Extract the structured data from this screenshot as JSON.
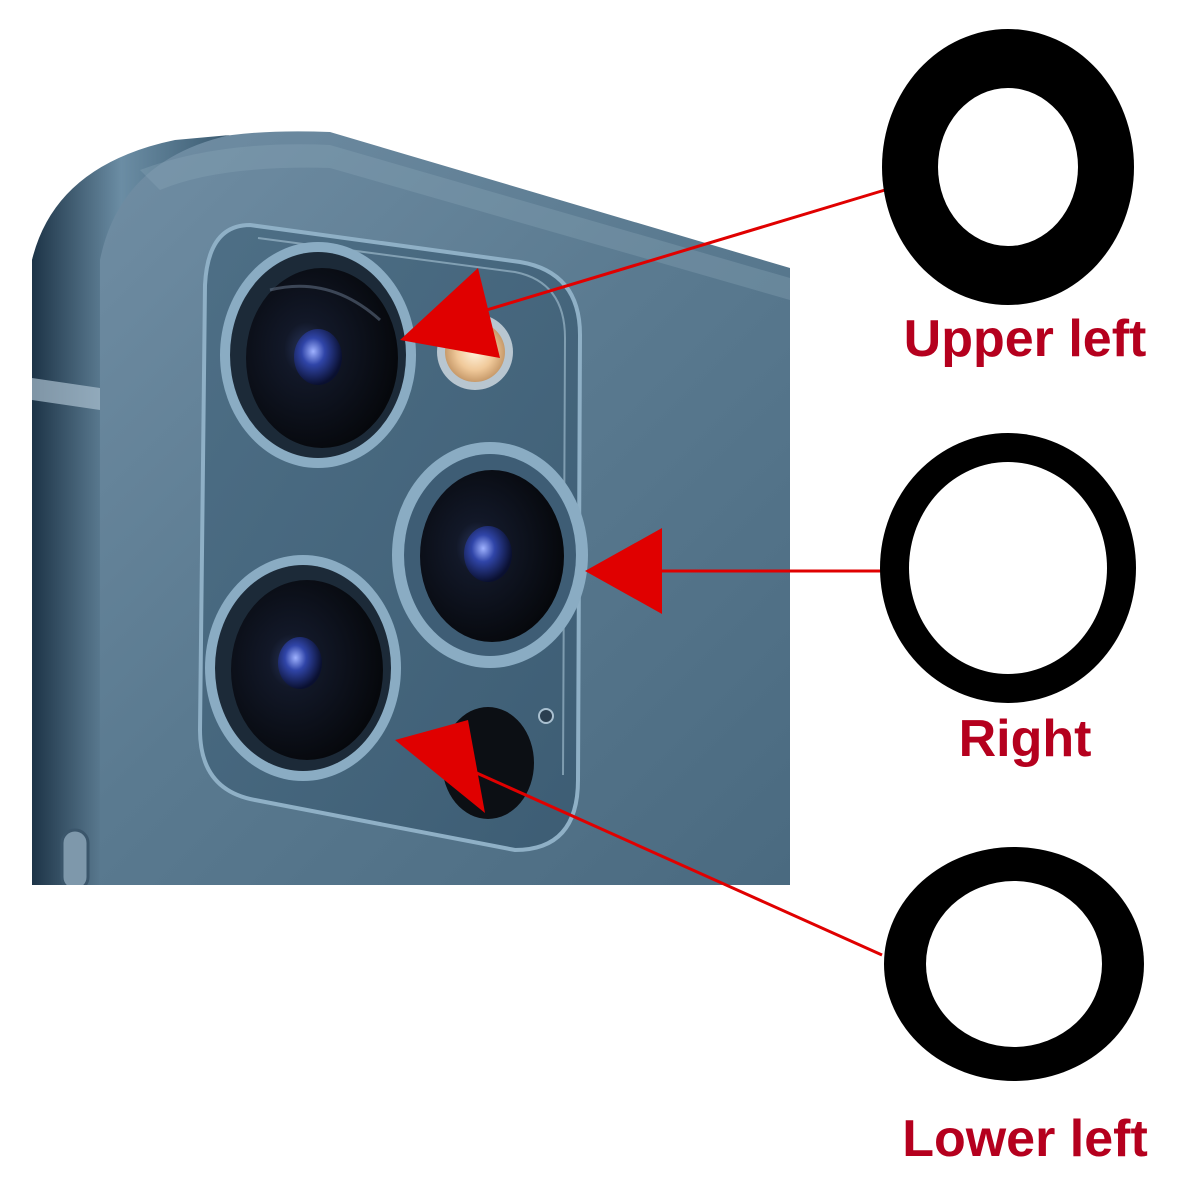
{
  "labels": {
    "upper_left": "Upper left",
    "right": "Right",
    "lower_left": "Lower left"
  },
  "colors": {
    "label_text": "#b5001e",
    "arrow": "#e00000",
    "ring": "#000000",
    "phone_body": "#5d7d93",
    "phone_dark": "#2c475c",
    "lens_glass": "#0c0f18"
  },
  "icons": {
    "phone": "phone-camera-module-image",
    "ring": "lens-ring-icon",
    "arrow": "pointer-arrow-icon"
  }
}
